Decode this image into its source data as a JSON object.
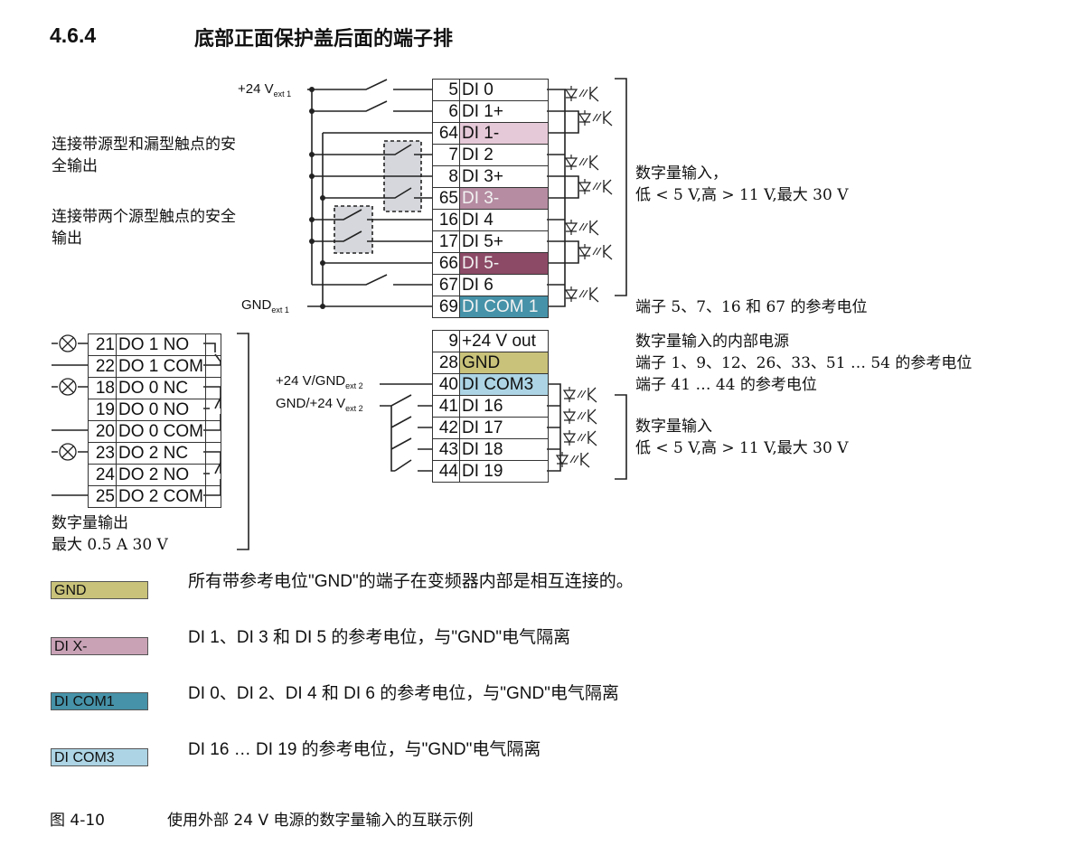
{
  "heading": {
    "number": "4.6.4",
    "title": "底部正面保护盖后面的端子排"
  },
  "colors": {
    "di1_minus": "#e6c9d8",
    "di3_minus": "#b58ca2",
    "di5_minus": "#8c4a66",
    "di_com1": "#4692a8",
    "gnd": "#c8c27a",
    "di_com3": "#acd4e4",
    "di_x_minus": "#c9a2b6"
  },
  "top_strip": [
    {
      "num": "5",
      "name": "DI 0",
      "color": ""
    },
    {
      "num": "6",
      "name": "DI 1+",
      "color": ""
    },
    {
      "num": "64",
      "name": "DI 1-",
      "color": "#e6c9d8"
    },
    {
      "num": "7",
      "name": "DI 2",
      "color": ""
    },
    {
      "num": "8",
      "name": "DI 3+",
      "color": ""
    },
    {
      "num": "65",
      "name": "DI 3-",
      "color": "#b58ca2"
    },
    {
      "num": "16",
      "name": "DI 4",
      "color": ""
    },
    {
      "num": "17",
      "name": "DI 5+",
      "color": ""
    },
    {
      "num": "66",
      "name": "DI 5-",
      "color": "#8c4a66"
    },
    {
      "num": "67",
      "name": "DI 6",
      "color": ""
    },
    {
      "num": "69",
      "name": "DI COM 1",
      "color": "#4692a8"
    }
  ],
  "mid_strip": [
    {
      "num": "9",
      "name": "+24 V out",
      "color": ""
    },
    {
      "num": "28",
      "name": "GND",
      "color": "#c8c27a"
    },
    {
      "num": "40",
      "name": "DI COM3",
      "color": "#acd4e4"
    },
    {
      "num": "41",
      "name": "DI 16",
      "color": ""
    },
    {
      "num": "42",
      "name": "DI 17",
      "color": ""
    },
    {
      "num": "43",
      "name": "DI 18",
      "color": ""
    },
    {
      "num": "44",
      "name": "DI 19",
      "color": ""
    }
  ],
  "do_strip": [
    {
      "num": "21",
      "name": "DO 1 NO",
      "color": ""
    },
    {
      "num": "22",
      "name": "DO 1 COM",
      "color": ""
    },
    {
      "num": "18",
      "name": "DO 0 NC",
      "color": ""
    },
    {
      "num": "19",
      "name": "DO 0 NO",
      "color": ""
    },
    {
      "num": "20",
      "name": "DO 0 COM",
      "color": ""
    },
    {
      "num": "23",
      "name": "DO 2 NC",
      "color": ""
    },
    {
      "num": "24",
      "name": "DO 2 NO",
      "color": ""
    },
    {
      "num": "25",
      "name": "DO 2 COM",
      "color": ""
    }
  ],
  "labels": {
    "v24_ext1": "+24 V",
    "v24_ext1_sub": "ext 1",
    "gnd_ext1": "GND",
    "gnd_ext1_sub": "ext 1",
    "v24gnd_ext2": "+24 V/GND",
    "v24gnd_ext2_sub": "ext 2",
    "gndv24_ext2": "GND/+24 V",
    "gndv24_ext2_sub": "ext 2",
    "safe1_l1": "连接带源型和漏型触点的安",
    "safe1_l2": "全输出",
    "safe2_l1": "连接带两个源型触点的安全",
    "safe2_l2": "输出",
    "di_title": "数字量输入，",
    "di_range": "低 < 5 V,高 > 11 V,最大 30 V",
    "ref_com1": "端子 5、7、16 和 67 的参考电位",
    "internal_supply": "数字量输入的内部电源",
    "ref_gnd": "端子 1、9、12、26、33、51 … 54 的参考电位",
    "ref_com3": "端子 41 … 44 的参考电位",
    "di2_title": "数字量输入",
    "di2_range": "低 < 5 V,高 > 11 V,最大 30 V",
    "do_title": "数字量输出",
    "do_range": "最大 0.5 A  30 V"
  },
  "legend": [
    {
      "swatch": "GND",
      "text": "所有带参考电位\"GND\"的端子在变频器内部是相互连接的。"
    },
    {
      "swatch": "DI X-",
      "text": "DI 1、DI 3 和 DI 5 的参考电位，与\"GND\"电气隔离"
    },
    {
      "swatch": "DI COM1",
      "text": "DI 0、DI 2、DI 4 和 DI 6 的参考电位，与\"GND\"电气隔离"
    },
    {
      "swatch": "DI COM3",
      "text": "DI 16 … DI 19 的参考电位，与\"GND\"电气隔离"
    }
  ],
  "caption": {
    "number": "图 4-10",
    "text": "使用外部 24 V 电源的数字量输入的互联示例"
  }
}
